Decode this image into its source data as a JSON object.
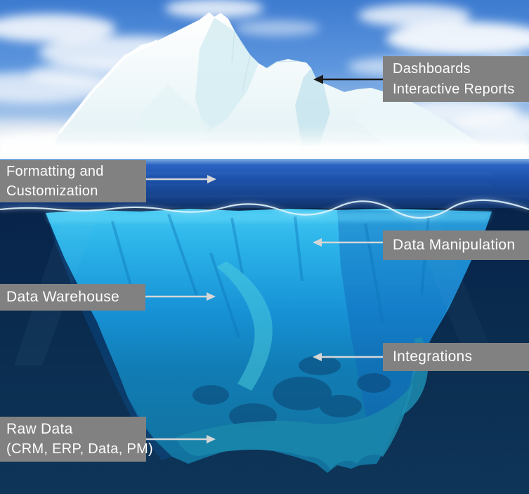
{
  "diagram": {
    "name": "business-intelligence-iceberg",
    "labels": {
      "dashboards": {
        "lines": [
          "Dashboards",
          "Interactive Reports"
        ]
      },
      "formatting": {
        "lines": [
          "Formatting and",
          "Customization"
        ]
      },
      "data_manipulation": {
        "lines": [
          "Data Manipulation"
        ]
      },
      "data_warehouse": {
        "lines": [
          "Data Warehouse"
        ]
      },
      "integrations": {
        "lines": [
          "Integrations"
        ]
      },
      "raw_data": {
        "lines": [
          "Raw Data",
          "(CRM, ERP, Data, PM)"
        ]
      }
    },
    "colors": {
      "label_background": "#818181",
      "label_text": "#fdfdfd",
      "arrow_dark": "#1a1a1a",
      "arrow_light": "#d6d6d6",
      "sky_blue": "#4a86d8",
      "sea_blue": "#1c50a8",
      "deep_water": "#0b2c4f",
      "iceberg_above_water": "#edf7f9",
      "iceberg_below_water": "#2cb4e9"
    }
  }
}
